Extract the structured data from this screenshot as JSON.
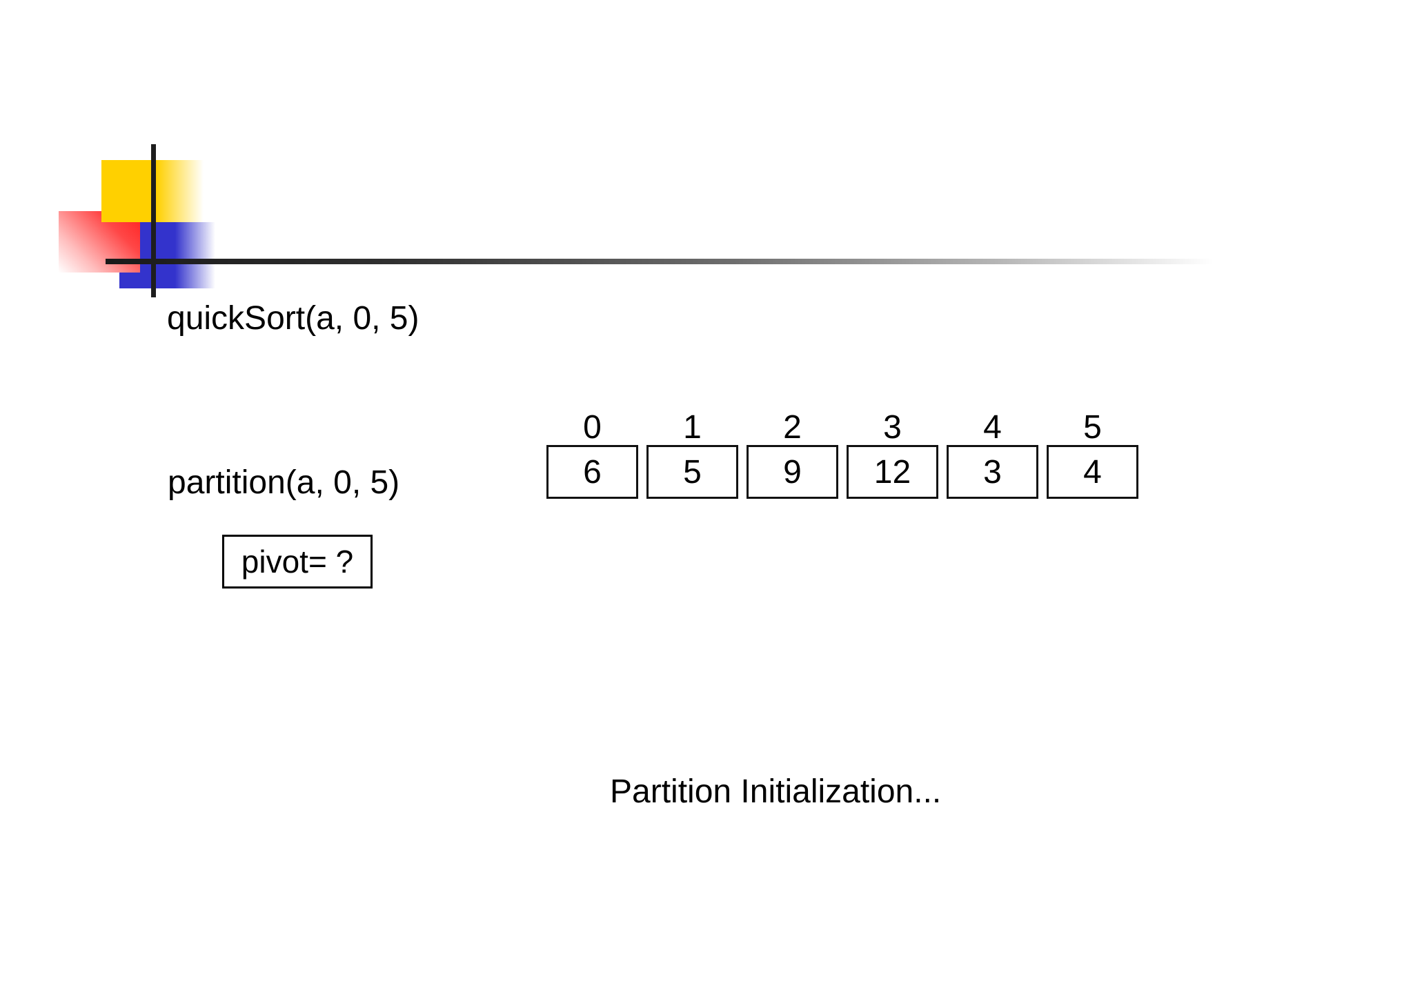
{
  "slide": {
    "quicksort_call": "quickSort(a, 0, 5)",
    "partition_call": "partition(a, 0, 5)",
    "pivot_label": "pivot= ?",
    "caption": "Partition Initialization...",
    "array": {
      "indices": [
        "0",
        "1",
        "2",
        "3",
        "4",
        "5"
      ],
      "values": [
        "6",
        "5",
        "9",
        "12",
        "3",
        "4"
      ]
    },
    "colors": {
      "logo_yellow": "#FFD000",
      "logo_red": "#FF1F1F",
      "logo_blue": "#3333CC",
      "rule_line": "#1A1A1A",
      "text": "#000000",
      "background": "#FFFFFF"
    }
  }
}
